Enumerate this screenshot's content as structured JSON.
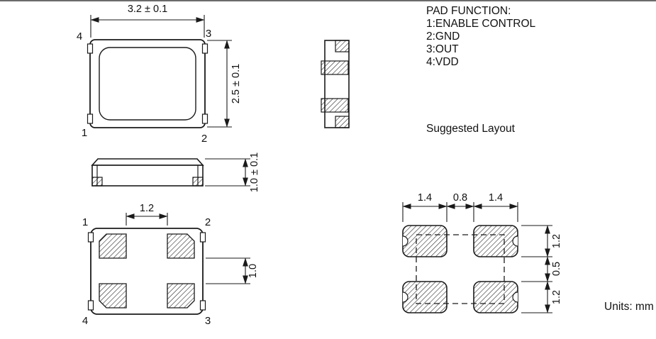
{
  "colors": {
    "line": "#1a1a1a",
    "background": "#ffffff"
  },
  "pad_function": {
    "title": "PAD FUNCTION:",
    "items": [
      "1:ENABLE CONTROL",
      "2:GND",
      "3:OUT",
      "4:VDD"
    ]
  },
  "labels": {
    "suggested_layout": "Suggested Layout",
    "units": "Units: mm"
  },
  "top_view": {
    "width_dim": "3.2 ± 0.1",
    "height_dim": "2.5 ± 0.1",
    "pins": {
      "top_left": "4",
      "top_right": "3",
      "bottom_left": "1",
      "bottom_right": "2"
    }
  },
  "side_view": {
    "height_dim": "1.0 ± 0.1"
  },
  "bottom_view": {
    "pad_gap_horizontal_dim": "1.2",
    "pad_gap_vertical_dim": "1.0",
    "pins": {
      "top_left": "1",
      "top_right": "2",
      "bottom_left": "4",
      "bottom_right": "3"
    }
  },
  "suggested_layout": {
    "pad_width_left_dim": "1.4",
    "pad_gap_horizontal_dim": "0.8",
    "pad_width_right_dim": "1.4",
    "pad_height_top_dim": "1.2",
    "pad_gap_vertical_dim": "0.5",
    "pad_height_bottom_dim": "1.2"
  }
}
